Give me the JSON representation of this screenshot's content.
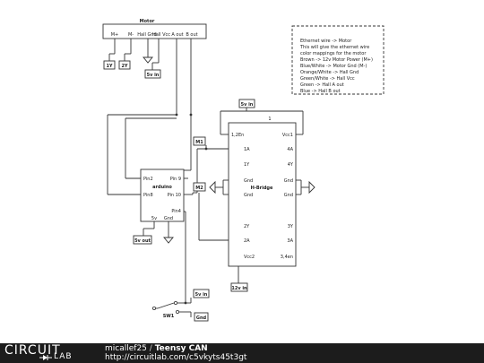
{
  "diagram": {
    "motor": {
      "title": "Motor",
      "pins": [
        "M+",
        "M-",
        "Hall Gnd",
        "Hall Vcc",
        "A out",
        "B out"
      ]
    },
    "labels": {
      "tag_1y": "1Y",
      "tag_2y": "2Y",
      "tag_5v_motor": "5v in",
      "tag_5v_top": "5v in",
      "tag_m1": "M1",
      "tag_m2": "M2",
      "tag_5v_out": "5v out",
      "tag_12v": "12v in",
      "tag_5v_switch": "5v in",
      "tag_gnd_switch": "Gnd",
      "switch": "SW1"
    },
    "arduino": {
      "title": "arduino",
      "pins": {
        "pin2": "Pin2",
        "pin9": "Pin 9",
        "pin8": "Pin8",
        "pin10": "Pin 10",
        "pin4": "Pin4",
        "v5": "5v",
        "gnd": "Gnd"
      }
    },
    "hbridge": {
      "title": "H-Bridge",
      "top_pin": "1",
      "left_pins": [
        "1,2En",
        "1A",
        "1Y",
        "Gnd",
        "Gnd",
        "2Y",
        "2A",
        "Vcc2"
      ],
      "right_pins": [
        "Vcc1",
        "4A",
        "4Y",
        "Gnd",
        "Gnd",
        "3Y",
        "3A",
        "3,4en"
      ]
    },
    "note": {
      "lines": [
        "Ethernet wire -> Motor",
        "This will give the ethernet wire",
        "color mappings for the motor",
        "Brown -> 12v Motor Power (M+)",
        "Blue/White -> Motor Gnd (M-)",
        "Orange/White -> Hall Gnd",
        "Green/White -> Hall Vcc",
        "Green -> Hall A out",
        "Blue -> Hall B out"
      ]
    }
  },
  "footer": {
    "logo_top": "CIRCUIT",
    "logo_bottom": "LAB",
    "author": "micallef25",
    "separator": "/",
    "title": "Teensy CAN",
    "url": "http://circuitlab.com/c5vkyts45t3gt"
  }
}
